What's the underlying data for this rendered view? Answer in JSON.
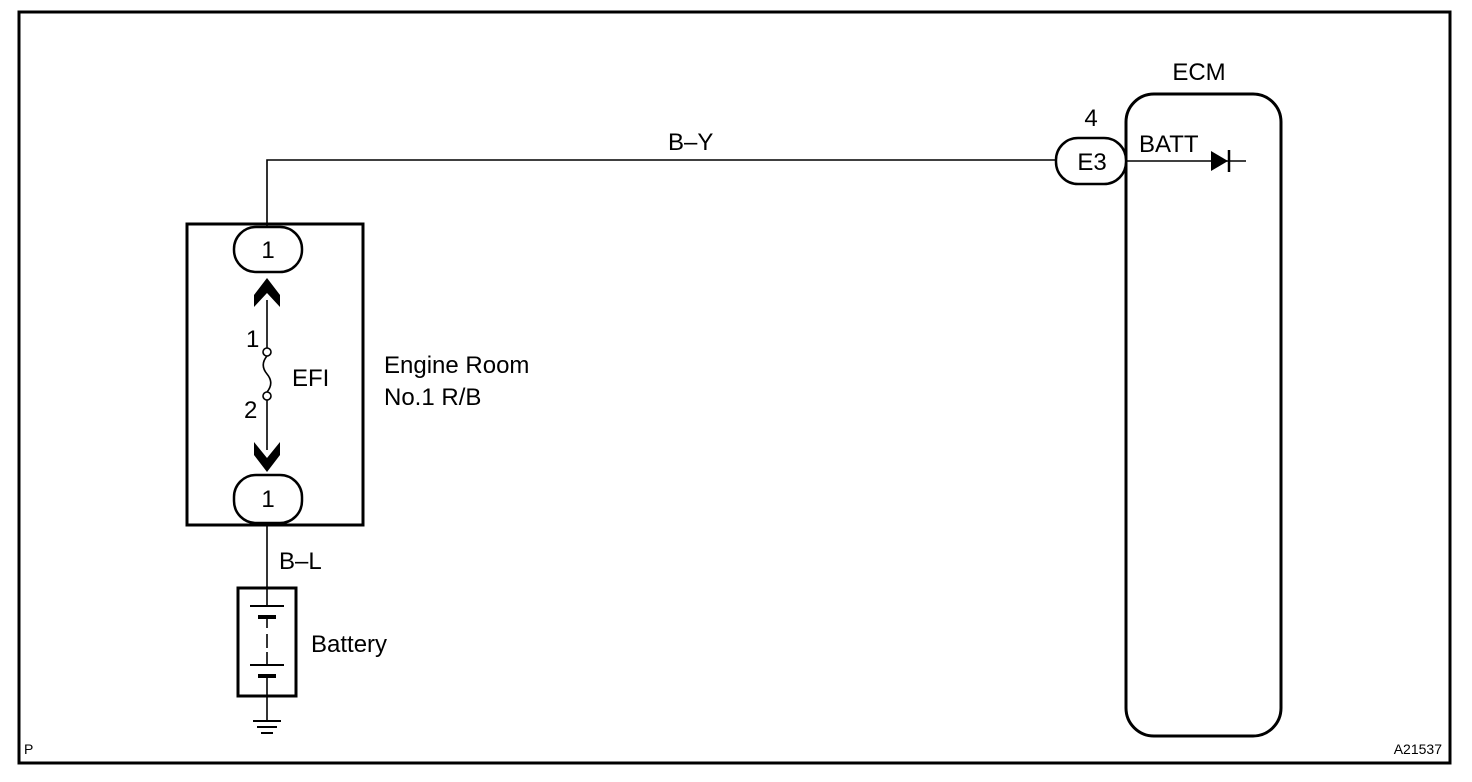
{
  "wire_top": "B–Y",
  "wire_bottom": "B–L",
  "ecm": {
    "title": "ECM",
    "connector": "E3",
    "pin": "4",
    "terminal": "BATT"
  },
  "relay_block": {
    "name_line1": "Engine Room",
    "name_line2": "No.1 R/B",
    "connector_top": "1",
    "connector_bottom": "1",
    "fuse_name": "EFI",
    "fuse_pin_top": "1",
    "fuse_pin_bottom": "2"
  },
  "battery_label": "Battery",
  "corner_left": "P",
  "figure_id": "A21537"
}
